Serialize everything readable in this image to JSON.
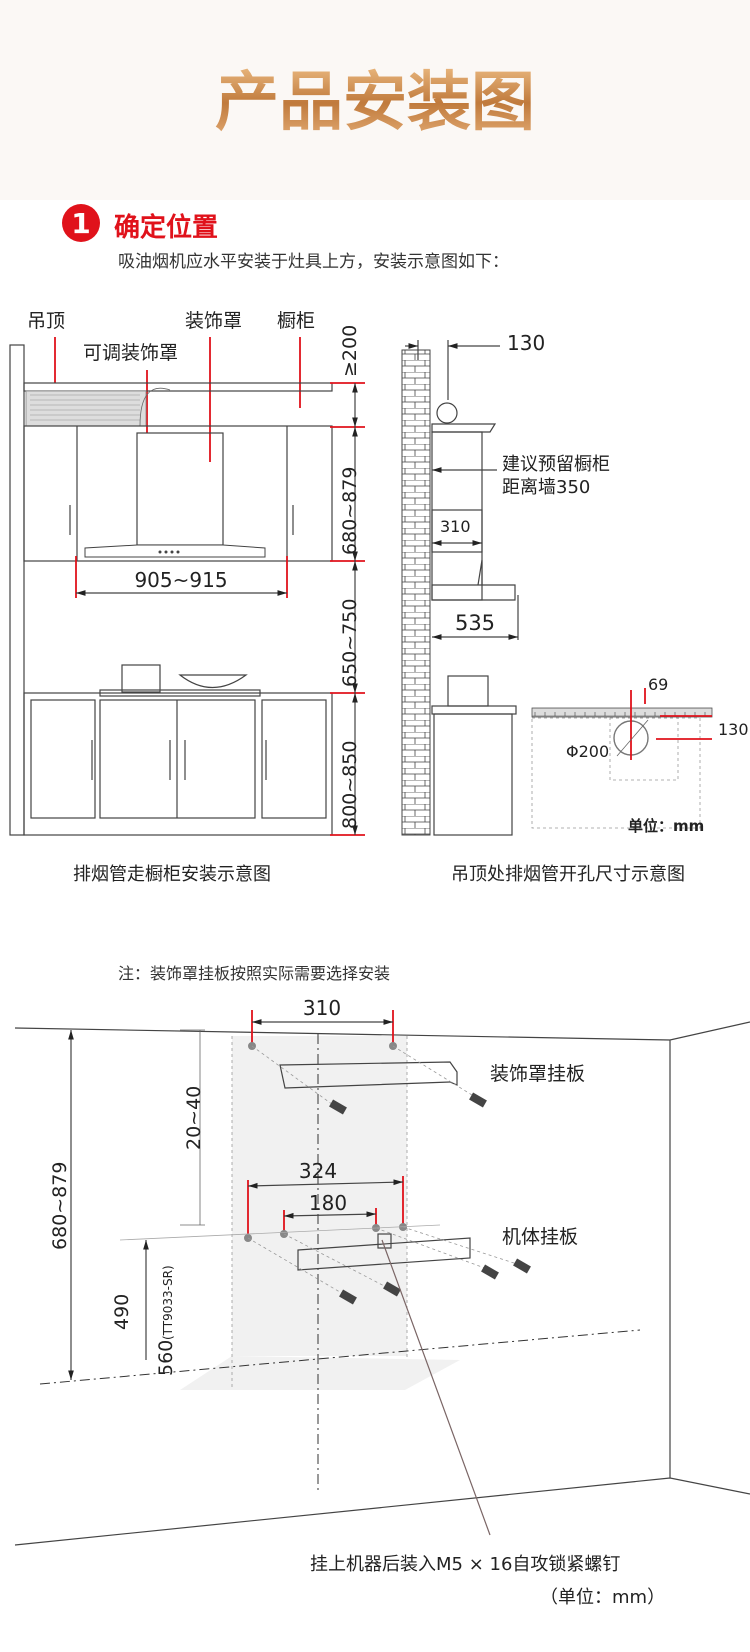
{
  "header": {
    "title": "产品安装图"
  },
  "step1": {
    "number": "1",
    "title": "确定位置",
    "description": "吸油烟机应水平安装于灶具上方，安装示意图如下："
  },
  "left_diagram": {
    "labels": {
      "ceiling": "吊顶",
      "cover": "装饰罩",
      "cabinet": "橱柜",
      "adjustable_cover": "可调装饰罩"
    },
    "dims": {
      "top_gap": "≥200",
      "cover_height": "680~879",
      "width": "905~915",
      "hood_to_stove": "650~750",
      "counter_height": "800~850"
    },
    "caption": "排烟管走橱柜安装示意图"
  },
  "right_diagram": {
    "dims": {
      "wall_offset": "130",
      "depth": "310",
      "hood_depth": "535",
      "hole_offset": "69",
      "hole_wall": "130",
      "hole_diameter": "Φ200"
    },
    "note": "建议预留橱柜",
    "note2": "距离墙350",
    "unit": "单位：mm",
    "caption": "吊顶处排烟管开孔尺寸示意图"
  },
  "bracket_diagram": {
    "note": "注：装饰罩挂板按照实际需要选择安装",
    "dims": {
      "top_spacing": "310",
      "offset": "20~40",
      "total_height": "680~879",
      "body_spacing_outer": "324",
      "body_spacing_inner": "180",
      "height_490": "490",
      "height_560": "560",
      "model": "(TT9033-SR)"
    },
    "labels": {
      "cover_plate": "装饰罩挂板",
      "body_plate": "机体挂板"
    },
    "screw_note": "挂上机器后装入M5 × 16自攻锁紧螺钉",
    "unit": "（单位：mm）"
  },
  "colors": {
    "accent_red": "#e0121b",
    "title_gold": "#c8874a"
  }
}
